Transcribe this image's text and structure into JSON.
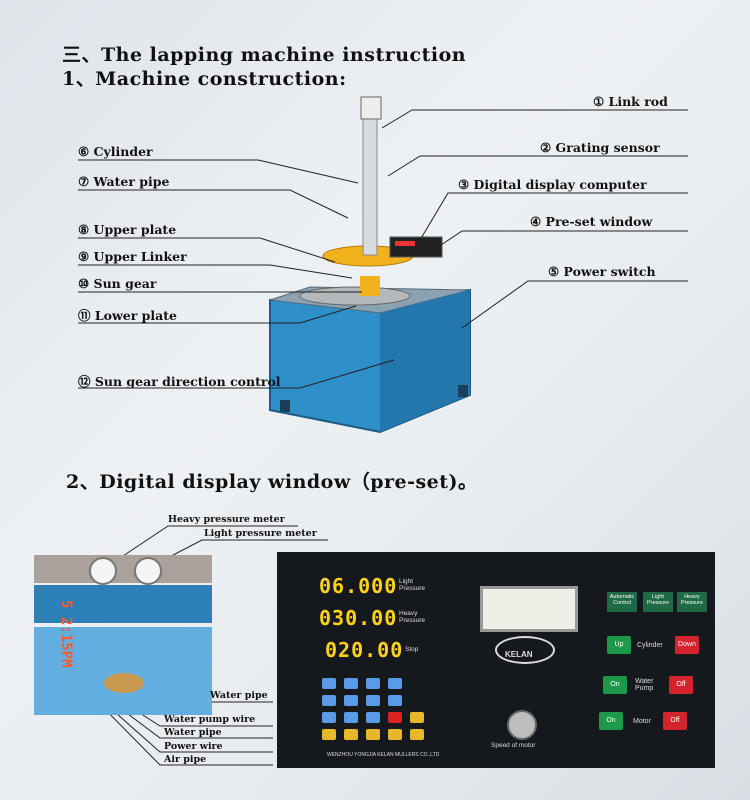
{
  "headings": {
    "title1": "三、The lapping machine instruction",
    "title2": "1、Machine construction:",
    "title3": "2、Digital display window（pre-set)。"
  },
  "machine_labels_right": [
    "① Link rod",
    "② Grating sensor",
    "③ Digital display computer",
    "④ Pre-set window",
    "⑤ Power switch"
  ],
  "machine_labels_left": [
    "⑥ Cylinder",
    "⑦ Water pipe",
    "⑧ Upper plate",
    "⑨ Upper Linker",
    "⑩ Sun gear",
    "⑪ Lower plate",
    "⑫ Sun gear direction control"
  ],
  "photo_labels_top": [
    "Heavy pressure meter",
    "Light pressure meter"
  ],
  "photo_labels_bottom": [
    "Water pipe",
    "Water pump wire",
    "Water pipe",
    "Power wire",
    "Air pipe"
  ],
  "photo_stamp": "5  2:15PM",
  "panel": {
    "displays": [
      {
        "value": "06.000",
        "label": "Light\nPressure"
      },
      {
        "value": "030.00",
        "label": "Heavy\nPressure"
      },
      {
        "value": "020.00",
        "label": "Stop"
      }
    ],
    "logo": "KELAN",
    "selector_buttons": [
      "Automatic\nControl",
      "Light\nPressure",
      "Heavy\nPressure"
    ],
    "controls": [
      {
        "on": "Up",
        "label": "Cylinder",
        "off": "Down"
      },
      {
        "on": "On",
        "label": "Water\nPump",
        "off": "Off"
      },
      {
        "on": "On",
        "label": "Motor",
        "off": "Off"
      }
    ],
    "knob_label": "Speed of motor",
    "footer": "WENZHOU YONGJIA KELAN MULLERS CO.,LTD"
  },
  "colors": {
    "machine_blue": "#2f8fc9",
    "panel_bg": "#15181d",
    "led_yellow": "#ffd21a",
    "button_green": "#1c9a4a",
    "button_red": "#d4232c"
  }
}
